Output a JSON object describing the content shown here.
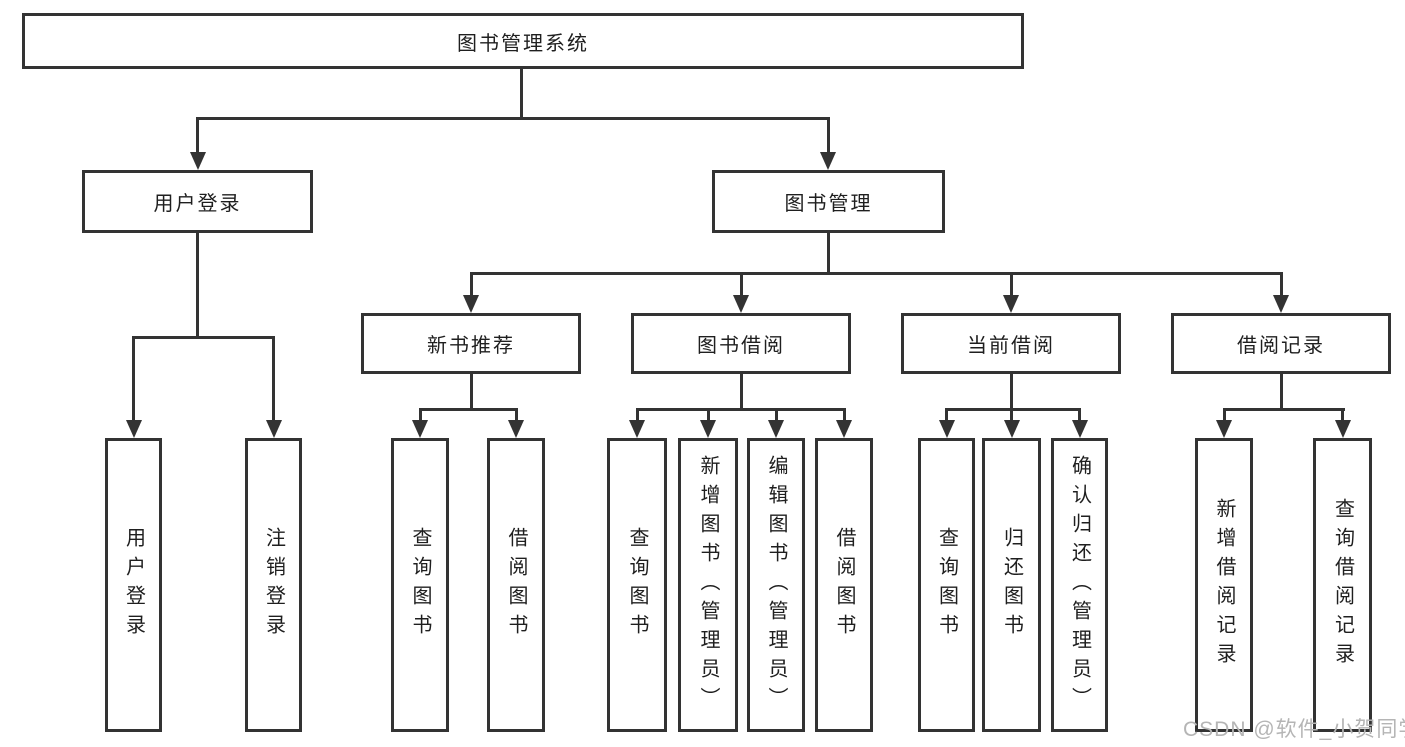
{
  "diagram": {
    "root": {
      "label": "图书管理系统"
    },
    "level2": [
      {
        "label": "用户登录"
      },
      {
        "label": "图书管理"
      }
    ],
    "level3": [
      {
        "label": "新书推荐"
      },
      {
        "label": "图书借阅"
      },
      {
        "label": "当前借阅"
      },
      {
        "label": "借阅记录"
      }
    ],
    "leaves": {
      "login": [
        {
          "label": "用户登录"
        },
        {
          "label": "注销登录"
        }
      ],
      "recommend": [
        {
          "label": "查询图书"
        },
        {
          "label": "借阅图书"
        }
      ],
      "borrow": [
        {
          "label": "查询图书"
        },
        {
          "label": "新增图书（管理员）"
        },
        {
          "label": "编辑图书（管理员）"
        },
        {
          "label": "借阅图书"
        }
      ],
      "current": [
        {
          "label": "查询图书"
        },
        {
          "label": "归还图书"
        },
        {
          "label": "确认归还（管理员）"
        }
      ],
      "records": [
        {
          "label": "新增借阅记录"
        },
        {
          "label": "查询借阅记录"
        }
      ]
    }
  },
  "watermark": {
    "text": "CSDN @软件_小贺同学"
  },
  "colors": {
    "line": "#333333",
    "node_border": "#333333",
    "text": "#1f1f1f",
    "watermark": "#b5b5b5",
    "background": "#ffffff"
  }
}
